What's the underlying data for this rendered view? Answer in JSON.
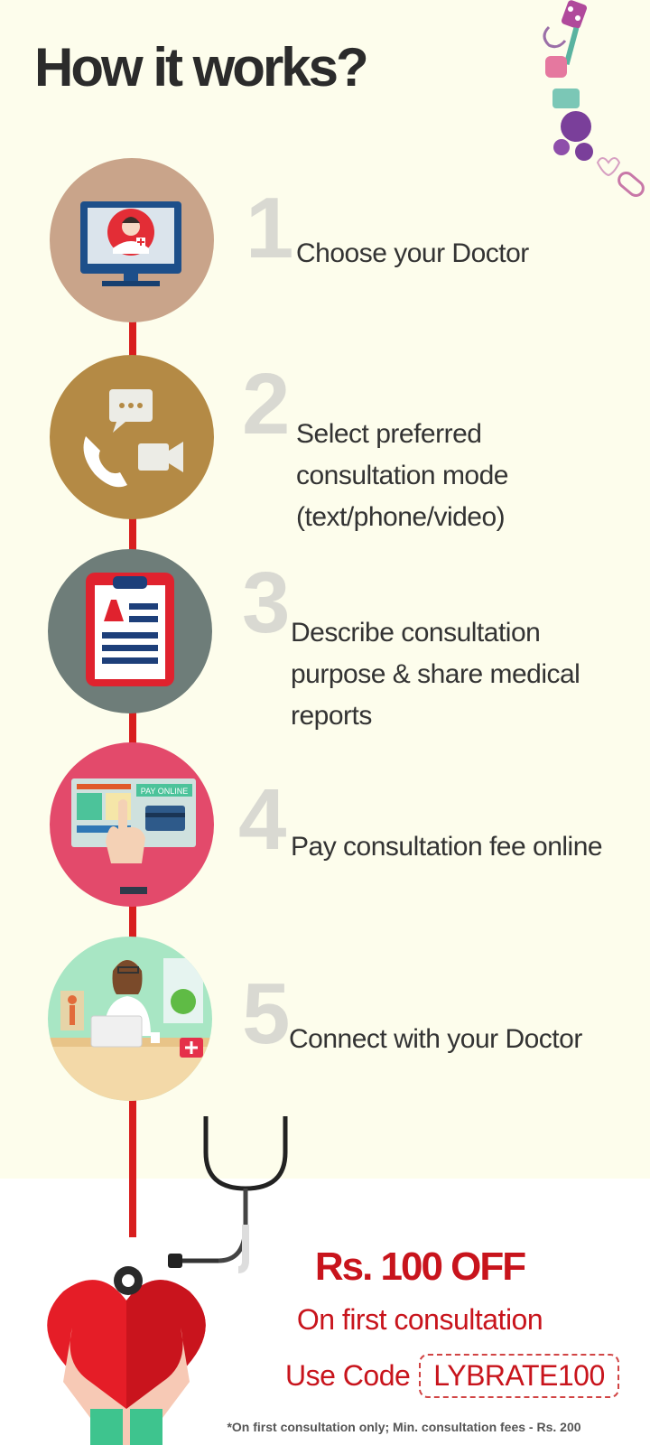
{
  "header": {
    "title": "How it works?"
  },
  "steps": [
    {
      "number": "1",
      "text": "Choose your Doctor",
      "icon": "doctor-monitor-icon",
      "bg": "#c9a48a"
    },
    {
      "number": "2",
      "text": "Select preferred consultation mode (text/phone/video)",
      "icon": "consultation-modes-icon",
      "bg": "#b48a45"
    },
    {
      "number": "3",
      "text": "Describe consultation purpose & share medical reports",
      "icon": "medical-clipboard-icon",
      "bg": "#6e7d79"
    },
    {
      "number": "4",
      "text": "Pay consultation fee online",
      "icon": "pay-online-icon",
      "bg": "#e34a6b",
      "badge": "PAY ONLINE"
    },
    {
      "number": "5",
      "text": "Connect with your Doctor",
      "icon": "doctor-desk-icon",
      "bg": "#a8e6c4"
    }
  ],
  "offer": {
    "amount": "Rs. 100 OFF",
    "subtitle": "On first consultation",
    "code_label": "Use Code",
    "code": "LYBRATE100",
    "footnote": "*On first consultation only; Min. consultation fees - Rs. 200"
  },
  "colors": {
    "accent": "#c8141c",
    "background": "#fdfdec",
    "timeline": "#d81e1e"
  }
}
